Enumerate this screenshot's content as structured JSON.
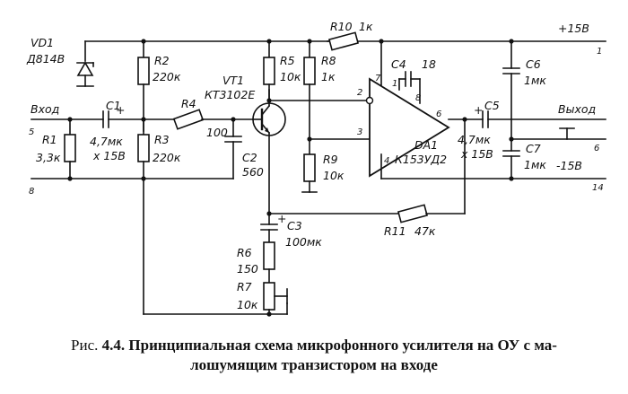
{
  "labels": {
    "supply_pos": "+15В",
    "supply_neg": "-15В",
    "input": "Вход",
    "output": "Выход",
    "pin1": "1",
    "pin5": "5",
    "pin6": "6",
    "pin8": "8",
    "pin14": "14",
    "vd1": "VD1",
    "vd1_type": "Д814В",
    "r1": "R1",
    "r1_val": "3,3к",
    "r2": "R2",
    "r2_val": "220к",
    "r3": "R3",
    "r3_val": "220к",
    "r4": "R4",
    "r4_val": "100",
    "r5": "R5",
    "r5_val": "10к",
    "r6": "R6",
    "r6_val": "150",
    "r7": "R7",
    "r7_val": "10к",
    "r8": "R8",
    "r8_val": "1к",
    "r9": "R9",
    "r9_val": "10к",
    "r10": "R10",
    "r10_val": "1к",
    "r11": "R11",
    "r11_val": "47к",
    "c1": "C1",
    "c1_val": "4,7мк",
    "c1_volt": "х 15В",
    "c2": "C2",
    "c2_val": "560",
    "c3": "C3",
    "c3_val": "100мк",
    "c4": "C4",
    "c4_val": "18",
    "c5": "C5",
    "c5_val": "4,7мк",
    "c5_volt": "х 15В",
    "c6": "C6",
    "c6_val": "1мк",
    "c7": "C7",
    "c7_val": "1мк",
    "vt1": "VT1",
    "vt1_type": "КТ3102Е",
    "da1": "DA1",
    "da1_type": "К153УД2",
    "opamp_pin2": "2",
    "opamp_pin3": "3",
    "opamp_pin4": "4",
    "opamp_pin6": "6",
    "opamp_pin7": "7",
    "opamp_pin1": "1",
    "opamp_pin8": "8",
    "plus": "+"
  },
  "caption": {
    "prefix": "Рис. ",
    "number": "4.4.",
    "line1": " Принципиальная схема микрофонного усилителя на ОУ с ма-",
    "line2": "лошумящим транзистором на входе"
  }
}
